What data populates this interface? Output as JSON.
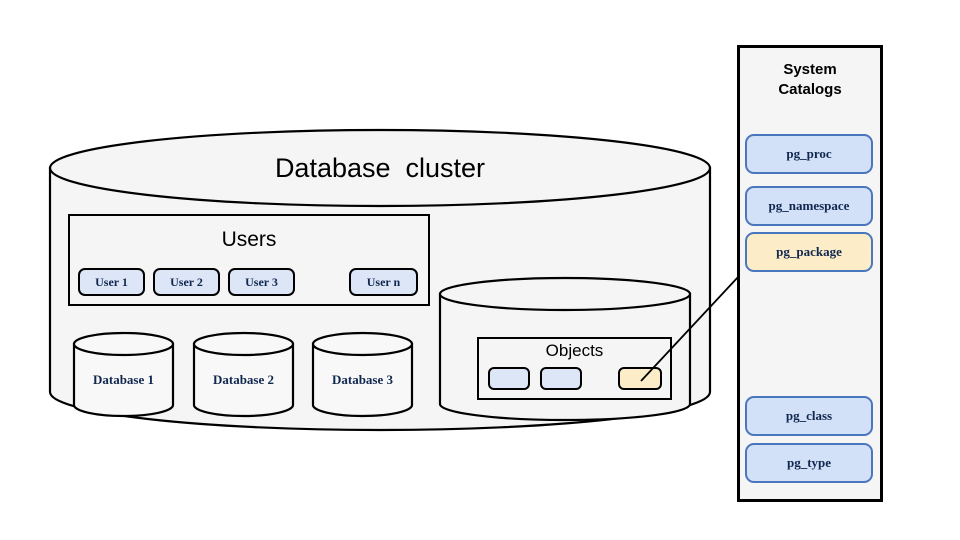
{
  "diagram": {
    "title": "Database  cluster",
    "background_color": "#ffffff",
    "shape_fill": "#f5f5f5",
    "stroke_color": "#000000",
    "blue_fill": "#dce6f7",
    "yellow_fill": "#fcedc8",
    "catalog_border": "#4a76bd",
    "label_color": "#10274f"
  },
  "cluster": {
    "title": "Database  cluster",
    "users_group": {
      "title": "Users",
      "users": [
        {
          "label": "User 1",
          "variant": "blue"
        },
        {
          "label": "User 2",
          "variant": "blue"
        },
        {
          "label": "User 3",
          "variant": "blue"
        },
        {
          "label": "User n",
          "variant": "blue"
        }
      ]
    },
    "databases": [
      {
        "label": "Database 1"
      },
      {
        "label": "Database 2"
      },
      {
        "label": "Database 3"
      }
    ],
    "objects_cylinder": {
      "title": "Objects",
      "objects": [
        {
          "label": "",
          "variant": "blue"
        },
        {
          "label": "",
          "variant": "blue"
        },
        {
          "label": "",
          "variant": "yellow",
          "highlighted": true
        }
      ]
    }
  },
  "system_catalogs": {
    "title": "System\nCatalogs",
    "entries": [
      {
        "label": "pg_proc",
        "variant": "blue",
        "highlighted": false
      },
      {
        "label": "pg_namespace",
        "variant": "blue",
        "highlighted": false
      },
      {
        "label": "pg_package",
        "variant": "yellow",
        "highlighted": true
      },
      {
        "label": "pg_class",
        "variant": "blue",
        "highlighted": false
      },
      {
        "label": "pg_type",
        "variant": "blue",
        "highlighted": false
      }
    ]
  },
  "connector": {
    "name": "pg_package-arrow",
    "from": "objects-chip-yellow",
    "to": "catalog-pg_package",
    "style": "solid-arrow"
  }
}
